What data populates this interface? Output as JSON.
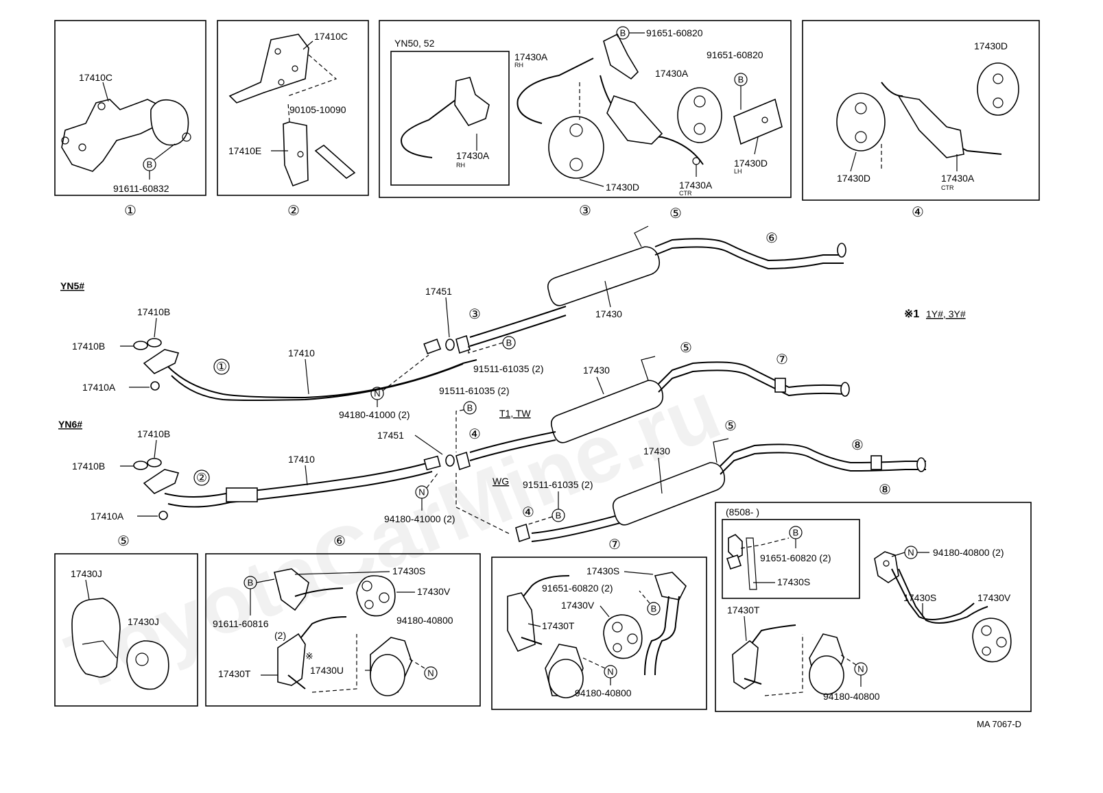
{
  "watermark": "ToyotaCarMine.ru",
  "drawing_code": "MA 7067-D",
  "legend_note": {
    "mark": "※1",
    "text": "1Y#, 3Y#"
  },
  "variants": {
    "yn5": "YN5#",
    "yn6": "YN6#",
    "yn50": "YN50, 52",
    "t1tw": "T1, TW",
    "wg": "WG",
    "date": "(8508-        )"
  },
  "circle_marks": {
    "b": "B",
    "n": "N",
    "star": "※"
  },
  "boxes": {
    "b1": {
      "num": "①",
      "labels": [
        "17410C",
        "91611-60832"
      ]
    },
    "b2": {
      "num": "②",
      "labels": [
        "17410C",
        "90105-10090",
        "17410E"
      ]
    },
    "b3": {
      "num": "③",
      "labels": [
        "91651-60820",
        "17430A",
        "17430A",
        "17430D",
        "91651-60820",
        "17430A",
        "17430D",
        "17430A"
      ],
      "suffix": [
        "RH",
        "RH",
        "LH",
        "CTR"
      ]
    },
    "b4": {
      "num": "④",
      "labels": [
        "17430D",
        "17430D",
        "17430A"
      ],
      "suffix": [
        "CTR"
      ]
    },
    "b5": {
      "num": "⑤",
      "labels": [
        "17430J",
        "17430J"
      ]
    },
    "b6": {
      "num": "⑥",
      "labels": [
        "17430S",
        "91611-60816",
        "(2)",
        "17430V",
        "94180-40800",
        "17430T",
        "17430U"
      ]
    },
    "b7": {
      "num": "⑦",
      "labels": [
        "17430S",
        "91651-60820 (2)",
        "17430V",
        "17430T",
        "94180-40800"
      ]
    },
    "b8": {
      "num": "⑧",
      "labels": [
        "91651-60820 (2)",
        "17430S",
        "94180-40800 (2)",
        "17430S",
        "17430V",
        "17430T",
        "94180-40800"
      ]
    }
  },
  "main": {
    "yn5": [
      "17410B",
      "17410B",
      "17410A",
      "17410",
      "17451",
      "17430",
      "91511-61035 (2)",
      "94180-41000 (2)"
    ],
    "yn6": [
      "17410B",
      "17410B",
      "17410A",
      "17410",
      "17451",
      "91511-61035 (2)",
      "94180-41000 (2)",
      "17430",
      "17430",
      "91511-61035 (2)"
    ],
    "circles": [
      "①",
      "②",
      "③",
      "④",
      "④",
      "⑤",
      "⑤",
      "⑤",
      "⑥",
      "⑦",
      "⑧",
      "⑧"
    ]
  }
}
